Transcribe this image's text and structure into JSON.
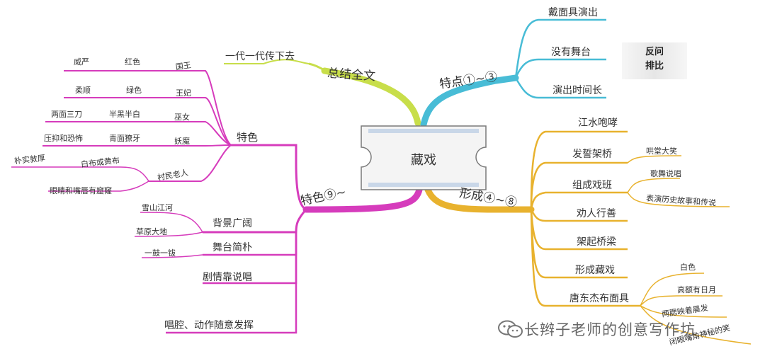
{
  "center": "藏戏",
  "summary_branch": {
    "label": "总结全文",
    "child": "一代一代传下去"
  },
  "features_branch": {
    "label": "特点①~③",
    "items": [
      "戴面具演出",
      "没有舞台",
      "演出时间长"
    ],
    "note": [
      "反问",
      "排比"
    ]
  },
  "traits_branch": {
    "label": "特色⑨~",
    "subtopic": "特色",
    "masks": [
      {
        "role": "国王",
        "color": "红色",
        "meaning": "威严"
      },
      {
        "role": "王妃",
        "color": "绿色",
        "meaning": "柔顺"
      },
      {
        "role": "巫女",
        "color": "半黑半白",
        "meaning": "两面三刀"
      },
      {
        "role": "妖魔",
        "color": "青面獠牙",
        "meaning": "压抑和恐怖"
      }
    ],
    "elder": {
      "role": "村民老人",
      "items": [
        "白布或黄布",
        "朴实敦厚",
        "眼睛和嘴唇有窟窿"
      ]
    },
    "stage": [
      {
        "label": "背景广阔",
        "children": [
          "雪山江河",
          "草原大地"
        ]
      },
      {
        "label": "舞台简朴",
        "children": [
          "一鼓一钹"
        ]
      },
      {
        "label": "剧情靠说唱",
        "children": []
      },
      {
        "label": "唱腔、动作随意发挥",
        "children": []
      }
    ]
  },
  "formation_branch": {
    "label": "形成④~⑧",
    "items": [
      {
        "label": "江水咆哮",
        "children": []
      },
      {
        "label": "发誓架桥",
        "children": [
          "哄堂大笑"
        ]
      },
      {
        "label": "组成戏班",
        "children": [
          "歌舞说唱",
          "表演历史故事和传说"
        ]
      },
      {
        "label": "劝人行善",
        "children": []
      },
      {
        "label": "架起桥梁",
        "children": []
      },
      {
        "label": "形成藏戏",
        "children": []
      },
      {
        "label": "唐东杰布面具",
        "children": [
          "白色",
          "高额有日月",
          "两腮映着晨发",
          "闭眼嘴角神秘的笑"
        ]
      }
    ]
  },
  "watermark": "长辫子老师的创意写作坊",
  "colors": {
    "summary": "#c8de4a",
    "features": "#48bcd6",
    "traits": "#d63cbc",
    "formation": "#e8b22e",
    "text": "#333333"
  }
}
